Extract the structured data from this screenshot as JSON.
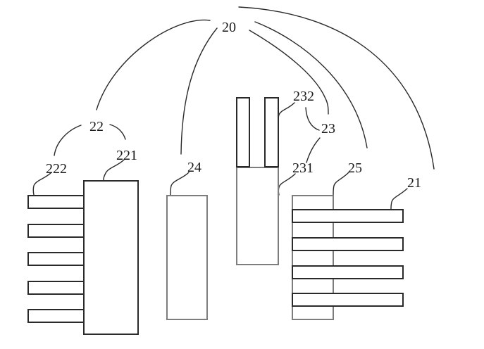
{
  "diagram": {
    "labels": {
      "l20": "20",
      "l21": "21",
      "l22": "22",
      "l23": "23",
      "l24": "24",
      "l25": "25",
      "l221": "221",
      "l222": "222",
      "l231": "231",
      "l232": "232"
    },
    "colors": {
      "background": "#ffffff",
      "line_dark": "#2a2a2a",
      "line_gray": "#7d7d7d",
      "text": "#1a1a1a"
    }
  }
}
